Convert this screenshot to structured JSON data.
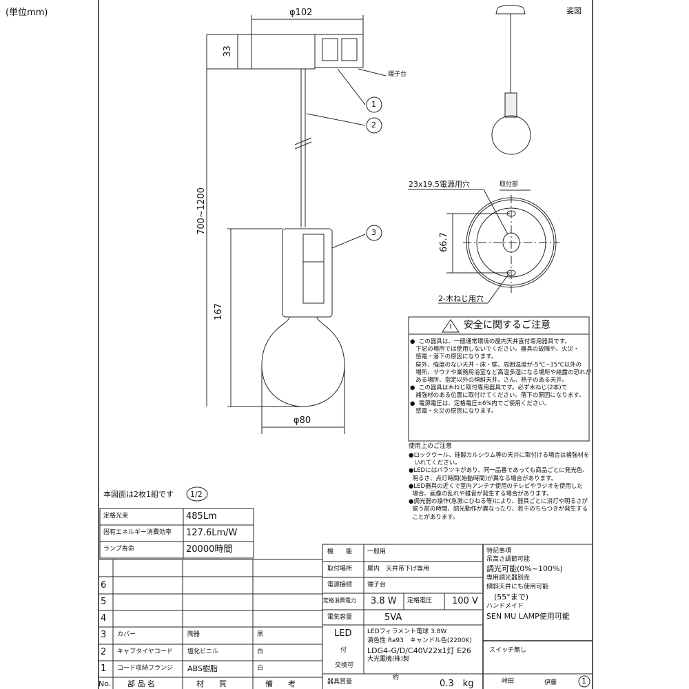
{
  "unit_label": "(単位mm)",
  "view_label": "姿図",
  "dimensions": {
    "flange_diameter": "φ102",
    "flange_height": "33",
    "cord_length": "700~1200",
    "lamp_height": "167",
    "bulb_diameter": "φ80",
    "mount_pitch": "66.7"
  },
  "callouts": {
    "terminal": "端子台",
    "part1": "1",
    "part2": "2",
    "part3": "3",
    "power_hole": "23x19.5電源用穴",
    "mount_section": "取付部",
    "screw_holes": "2-木ねじ用穴"
  },
  "safety": {
    "title": "安全に関するご注意",
    "body": "●  この器具は、一般通常環境の屋内天井直付専用器具です。\n   下記の場所では使用しないでください。器具の故障や、火災・\n   感電・落下の原因になります。\n   屋外、強度のない天井・床・壁、周囲温度が-5℃~35℃以外の\n   場所、サウナや業務用浴室など高温多湿になる場所や結露の恐れが\n   ある場所、指定以外の傾斜天井、さん、格子のある天井。\n●  この器具は木ねじ取付専用器具です。必ず木ねじ(2本)で\n   補強材のある位置に取付けてください。落下の原因になります。\n●  電源電圧は、定格電圧±6%内でご使用ください。\n   感電・火災の原因になります。"
  },
  "usage": {
    "title": "使用上のご注意",
    "body": "●ロックウール、珪酸カルシウム等の天井に取付ける場合は補強材を\n   いれてください。\n●LEDにはバラツキがあり、同一品番であっても商品ごとに発光色、\n  明るさ、点灯時間(始動時間)が異なる場合があります。\n●LED器具の近くで室内アンテナ使用のテレビやラジオを使用した\n  場合、画像の乱れや雑音が発生する場合があります。\n●調光器の操作(急激にひねる等)により、器具ごとに消灯や明るさが\n  揃う前の時間、調光動作が異なったり、若干のちらつきが発生する\n  ことがあります。"
  },
  "sheet_note": "本図面は2枚1組です",
  "sheet_number": "1/2",
  "specs": [
    {
      "label": "定格光束",
      "value": "485Lm"
    },
    {
      "label": "固有エネルギー消費効率",
      "value": "127.6Lm/W"
    },
    {
      "label": "ランプ寿命",
      "value": "20000時間"
    }
  ],
  "parts": {
    "rows": [
      {
        "no": "",
        "name": "",
        "material": "",
        "note": ""
      },
      {
        "no": "6",
        "name": "",
        "material": "",
        "note": ""
      },
      {
        "no": "5",
        "name": "",
        "material": "",
        "note": ""
      },
      {
        "no": "4",
        "name": "",
        "material": "",
        "note": ""
      },
      {
        "no": "3",
        "name": "カバー",
        "material": "陶器",
        "note": "黒"
      },
      {
        "no": "2",
        "name": "キャブタイヤコード",
        "material": "塩化ビニル",
        "note": "白"
      },
      {
        "no": "1",
        "name": "コード収納フランジ",
        "material": "ABS樹脂",
        "note": "白"
      }
    ],
    "header": {
      "no": "No.",
      "name": "部 品 名",
      "material": "材　　質",
      "note": "備　　考"
    }
  },
  "product": {
    "function_label": "機　　能",
    "function": "一般用",
    "location_label": "取付場所",
    "location": "屋内　天井吊下げ専用",
    "connection_label": "電源接続",
    "connection": "端子台",
    "power_label": "定格消費電力",
    "power": "3.8 W",
    "voltage_label": "定格電圧",
    "voltage": "100 V",
    "capacity_label": "電気容量",
    "capacity": "5VA",
    "led_label1": "LED",
    "led_label2": "付",
    "led_label3": "交換可",
    "lamp_line1": "LEDフィラメント電球 3.8W",
    "lamp_line2": "演色性 Ra93　キャンドル色(2200K)",
    "lamp_line3": "LDG4-G/D/C40V22x1灯 E26",
    "lamp_line4": "大光電機(株)製",
    "weight_label": "器具質量",
    "weight_approx": "約",
    "weight": "0.3　kg"
  },
  "remarks": {
    "lines": [
      "特記事項",
      "吊高さ調節可能",
      "調光可能(0%~100%)",
      "専用調光器別売",
      "傾斜天井にも使用可能",
      "　(55°まで)",
      "ハンドメイド",
      "SEN MU LAMP使用可能"
    ],
    "switch": "スイッチ無し",
    "signer1": "峠田",
    "signer2": "伊藤",
    "revision": "1"
  }
}
